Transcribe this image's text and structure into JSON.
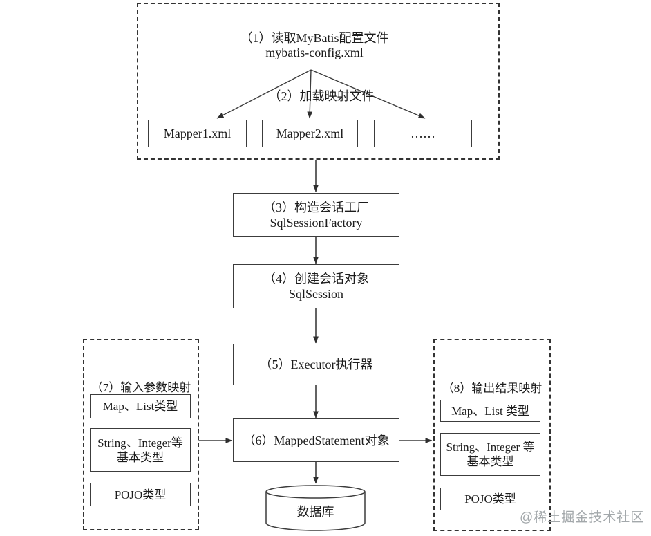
{
  "config_group": {
    "step1_title_line1": "（1）读取MyBatis配置文件",
    "step1_title_line2": "mybatis-config.xml",
    "step2_label": "（2）加载映射文件",
    "mapper_files": [
      "Mapper1.xml",
      "Mapper2.xml",
      "……"
    ]
  },
  "flow_nodes": [
    {
      "lines": [
        "（3）构造会话工厂",
        "SqlSessionFactory"
      ]
    },
    {
      "lines": [
        "（4）创建会话对象",
        "SqlSession"
      ]
    },
    {
      "lines": [
        "（5）Executor执行器"
      ]
    },
    {
      "lines": [
        "（6）MappedStatement对象"
      ]
    }
  ],
  "database": {
    "label": "数据库"
  },
  "input_mapping_group": {
    "title": "（7）输入参数映射",
    "items": [
      {
        "lines": [
          "Map、List类型"
        ]
      },
      {
        "lines": [
          "String、Integer等",
          "基本类型"
        ]
      },
      {
        "lines": [
          "POJO类型"
        ]
      }
    ]
  },
  "output_mapping_group": {
    "title": "（8）输出结果映射",
    "items": [
      {
        "lines": [
          "Map、List 类型"
        ]
      },
      {
        "lines": [
          "String、Integer 等",
          "基本类型"
        ]
      },
      {
        "lines": [
          "POJO类型"
        ]
      }
    ]
  },
  "watermark": "@稀土掘金技术社区"
}
